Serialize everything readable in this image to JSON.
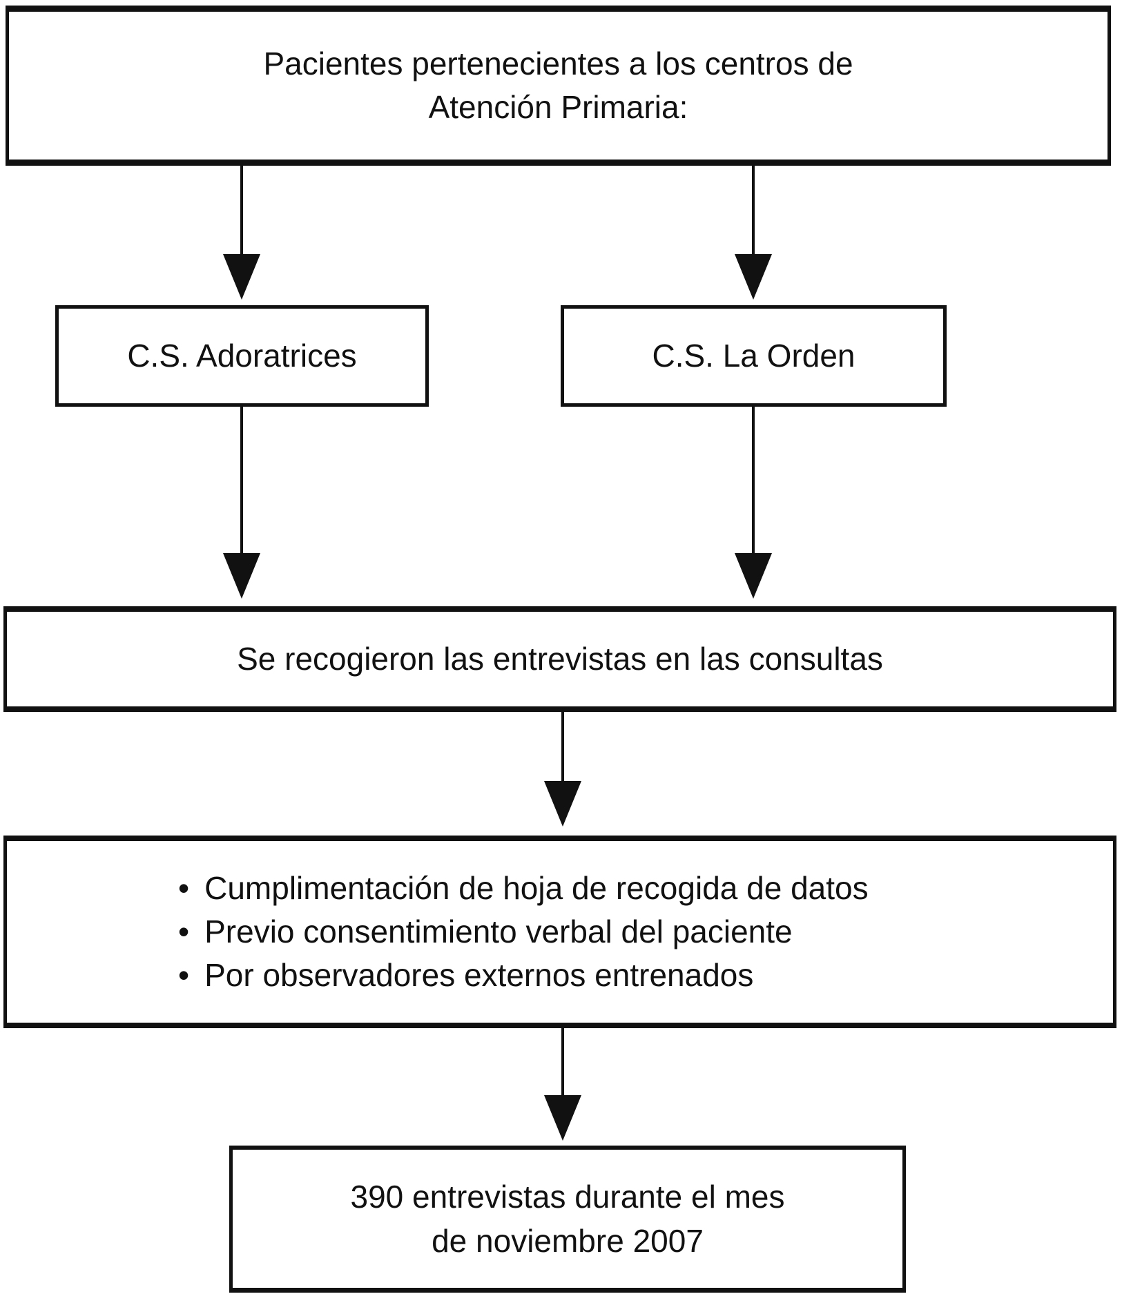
{
  "nodes": {
    "patients": {
      "line1": "Pacientes pertenecientes a los centros de",
      "line2": "Atención Primaria:"
    },
    "adoratrices": {
      "label": "C.S. Adoratrices"
    },
    "la_orden": {
      "label": "C.S. La Orden"
    },
    "collection": {
      "label": "Se recogieron las entrevistas en las consultas"
    },
    "method": {
      "bullet_char": "•",
      "items": [
        "Cumplimentación de hoja de recogida de datos",
        "Previo consentimiento verbal del paciente",
        "Por observadores externos entrenados"
      ]
    },
    "result": {
      "line1": "390 entrevistas durante el mes",
      "line2": "de noviembre 2007"
    }
  },
  "colors": {
    "border": "#111111",
    "background": "#ffffff",
    "text": "#111111"
  }
}
